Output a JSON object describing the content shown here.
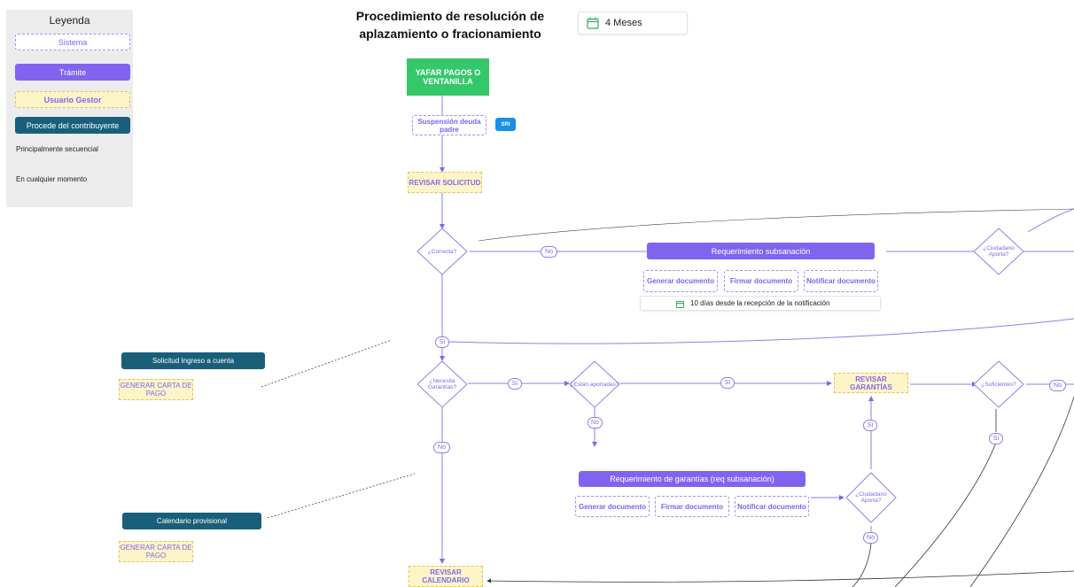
{
  "title": "Procedimiento de resolución de aplazamiento o fracionamiento",
  "duration": {
    "label": "4 Meses",
    "icon": "calendar-icon"
  },
  "legend": {
    "title": "Leyenda",
    "sistema": "Sistema",
    "tramite": "Trámite",
    "gestor": "Usuario Gestor",
    "contribuyente": "Procede del contribuyente",
    "secuencial": "Principalmente secuencial",
    "cualquier_momento": "En cualquier momento"
  },
  "colors": {
    "tramite": "#8064f0",
    "gestor_fill": "#fdf5c8",
    "contribuyente": "#1a5f7a",
    "start": "#35c86a",
    "line": "#7b6aeb"
  },
  "nodes": {
    "start": "YAFAR PAGOS O VENTANILLA",
    "suspension": "Suspensión deuda padre",
    "sri": "SRI",
    "revisar_solicitud": "REVISAR SOLICITUD",
    "correcta": "¿Correcta?",
    "req_subsanacion": "Requerimiento subsanación",
    "generar_doc_1": "Generar documento",
    "firmar_doc_1": "Firmar documento",
    "notificar_doc_1": "Notificar documento",
    "plazo_1": "10 días desde la recepción de la notificación",
    "ciudadano_aporta_1": "¿Ciudadano Aporta?",
    "solicitud_ingreso": "Solicitud Ingreso a cuenta",
    "generar_carta_1": "GENERAR CARTA DE PAGO",
    "necesita_garantias": "¿Necesita Garantías?",
    "estan_aportadas": "¿Están aportadas?",
    "revisar_garantias": "REVISAR GARANTÍAS",
    "suficientes": "¿Suficientes?",
    "req_garantias": "Requerimiento de garantías (req subsanación)",
    "generar_doc_2": "Generar documento",
    "firmar_doc_2": "Firmar documento",
    "notificar_doc_2": "Notificar documento",
    "ciudadano_aporta_2": "¿Ciudadano Aporta?",
    "calendario_provisional": "Calendario provisional",
    "generar_carta_2": "GENERAR CARTA DE PAGO",
    "revisar_calendario": "REVISAR CALENDARIO"
  },
  "edge_labels": {
    "no_1": "No",
    "si_1": "Sí",
    "si_2": "Sí",
    "si_3": "Sí",
    "no_2": "No",
    "no_3": "No",
    "si_4": "Sí",
    "no_4": "No",
    "si_5": "Sí",
    "no_5": "No"
  }
}
